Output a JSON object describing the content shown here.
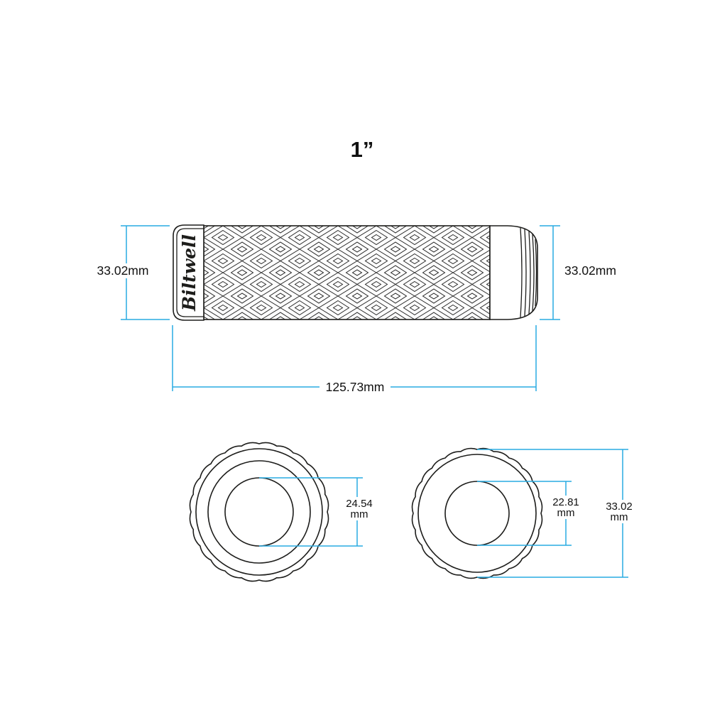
{
  "title": "1”",
  "grip": {
    "logo": "Biltwell"
  },
  "colors": {
    "dimension_line": "#29ABE2",
    "drawing_line": "#1d1d1b",
    "text": "#111111",
    "background": "#ffffff"
  },
  "dimensions": {
    "side_left_height": "33.02mm",
    "side_right_height": "33.02mm",
    "overall_length": "125.73mm",
    "left_end_bore": {
      "value": "24.54",
      "unit": "mm"
    },
    "right_end_bore": {
      "value": "22.81",
      "unit": "mm"
    },
    "right_end_outer": {
      "value": "33.02",
      "unit": "mm"
    }
  }
}
